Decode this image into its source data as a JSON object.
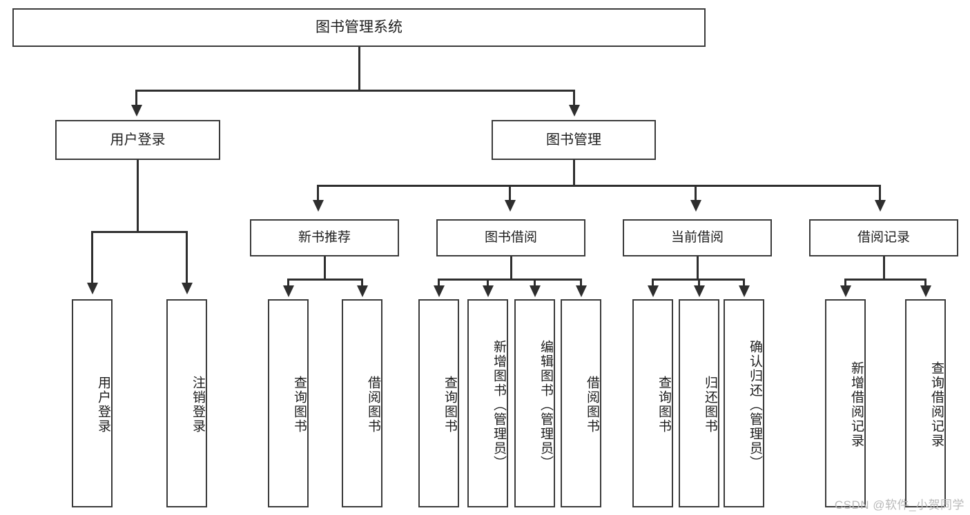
{
  "diagram": {
    "title": "图书管理系统",
    "type": "tree",
    "root": {
      "label": "图书管理系统"
    },
    "level2": [
      {
        "label": "用户登录"
      },
      {
        "label": "图书管理"
      }
    ],
    "level3": [
      {
        "label": "新书推荐"
      },
      {
        "label": "图书借阅"
      },
      {
        "label": "当前借阅"
      },
      {
        "label": "借阅记录"
      }
    ],
    "leaves": {
      "user_login": [
        {
          "label": "用户登录"
        },
        {
          "label": "注销登录"
        }
      ],
      "new_book_recommend": [
        {
          "label": "查询图书"
        },
        {
          "label": "借阅图书"
        }
      ],
      "book_borrow": [
        {
          "label": "查询图书"
        },
        {
          "label": "新增图书（管理员）"
        },
        {
          "label": "编辑图书（管理员）"
        },
        {
          "label": "借阅图书"
        }
      ],
      "current_borrow": [
        {
          "label": "查询图书"
        },
        {
          "label": "归还图书"
        },
        {
          "label": "确认归还（管理员）"
        }
      ],
      "borrow_record": [
        {
          "label": "新增借阅记录"
        },
        {
          "label": "查询借阅记录"
        }
      ]
    }
  },
  "watermark": {
    "text": "CSDN @软件_小贺同学"
  },
  "colors": {
    "box_border": "#3a3a3a",
    "connector": "#2e2e2e",
    "background": "#ffffff",
    "text": "#1d1d1d",
    "watermark": "#b9b9b9"
  }
}
